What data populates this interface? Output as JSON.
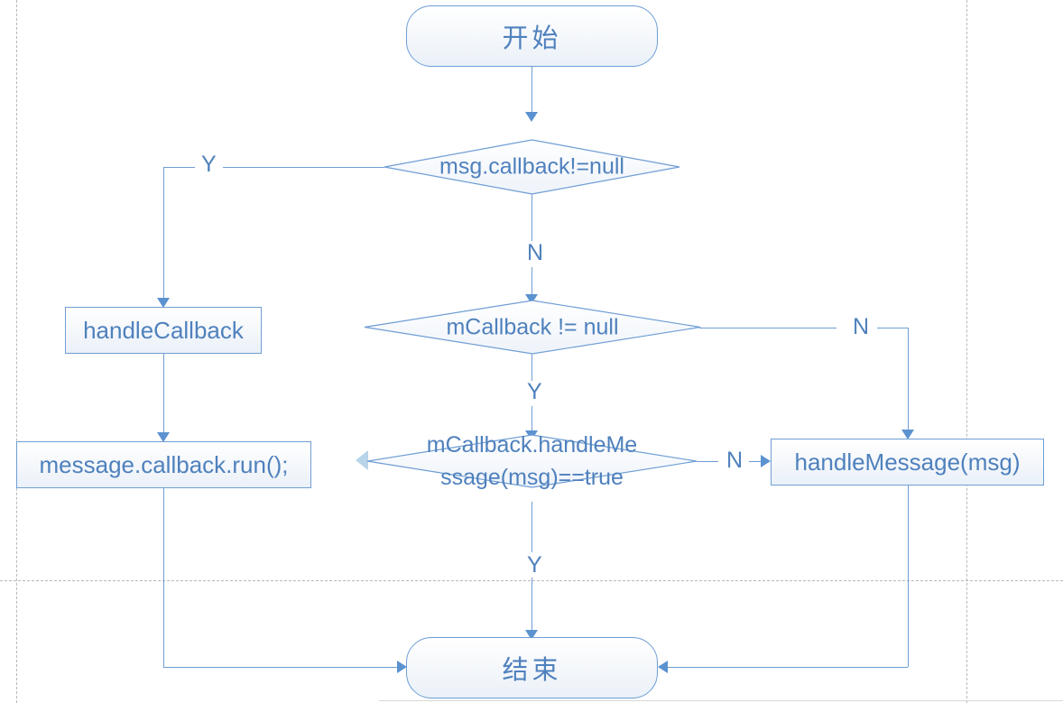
{
  "diagram": {
    "type": "flowchart",
    "title_text": "",
    "colors": {
      "stroke": "#6f9ed4",
      "text": "#4F81BD",
      "arrow": "#5b92d0",
      "guide": "#b8b8b8",
      "fill_top": "#ffffff",
      "fill_bottom": "#eaf1f9",
      "pale_arrow": "#b8d4ea"
    },
    "nodes": [
      {
        "id": "start",
        "shape": "terminator",
        "label": "开始"
      },
      {
        "id": "d1",
        "shape": "decision",
        "label": "msg.callback!=null"
      },
      {
        "id": "handle_callback",
        "shape": "process",
        "label": "handleCallback"
      },
      {
        "id": "d2",
        "shape": "decision",
        "label": "mCallback != null"
      },
      {
        "id": "callback_run",
        "shape": "process",
        "label": "message.callback.run();"
      },
      {
        "id": "d3",
        "shape": "decision",
        "label_line1": "mCallback.handleMe",
        "label_line2": "ssage(msg)==true"
      },
      {
        "id": "handle_message",
        "shape": "process",
        "label": "handleMessage(msg)"
      },
      {
        "id": "end",
        "shape": "terminator",
        "label": "结束"
      }
    ],
    "edge_labels": {
      "d1_yes": "Y",
      "d1_no": "N",
      "d2_no": "N",
      "d2_yes": "Y",
      "d3_no": "N",
      "d3_yes": "Y"
    }
  }
}
